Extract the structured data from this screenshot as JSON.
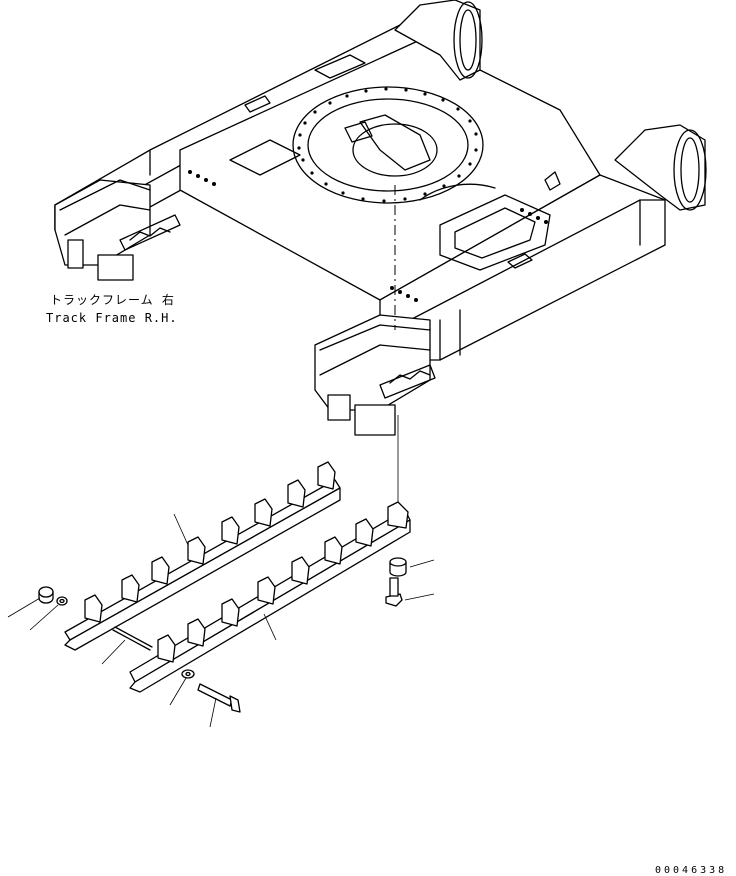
{
  "diagram": {
    "frame_label_jp": "トラックフレーム 右",
    "frame_label_en": "Track Frame R.H.",
    "doc_number": "00046338"
  },
  "colors": {
    "line": "#000000",
    "background": "#ffffff"
  }
}
